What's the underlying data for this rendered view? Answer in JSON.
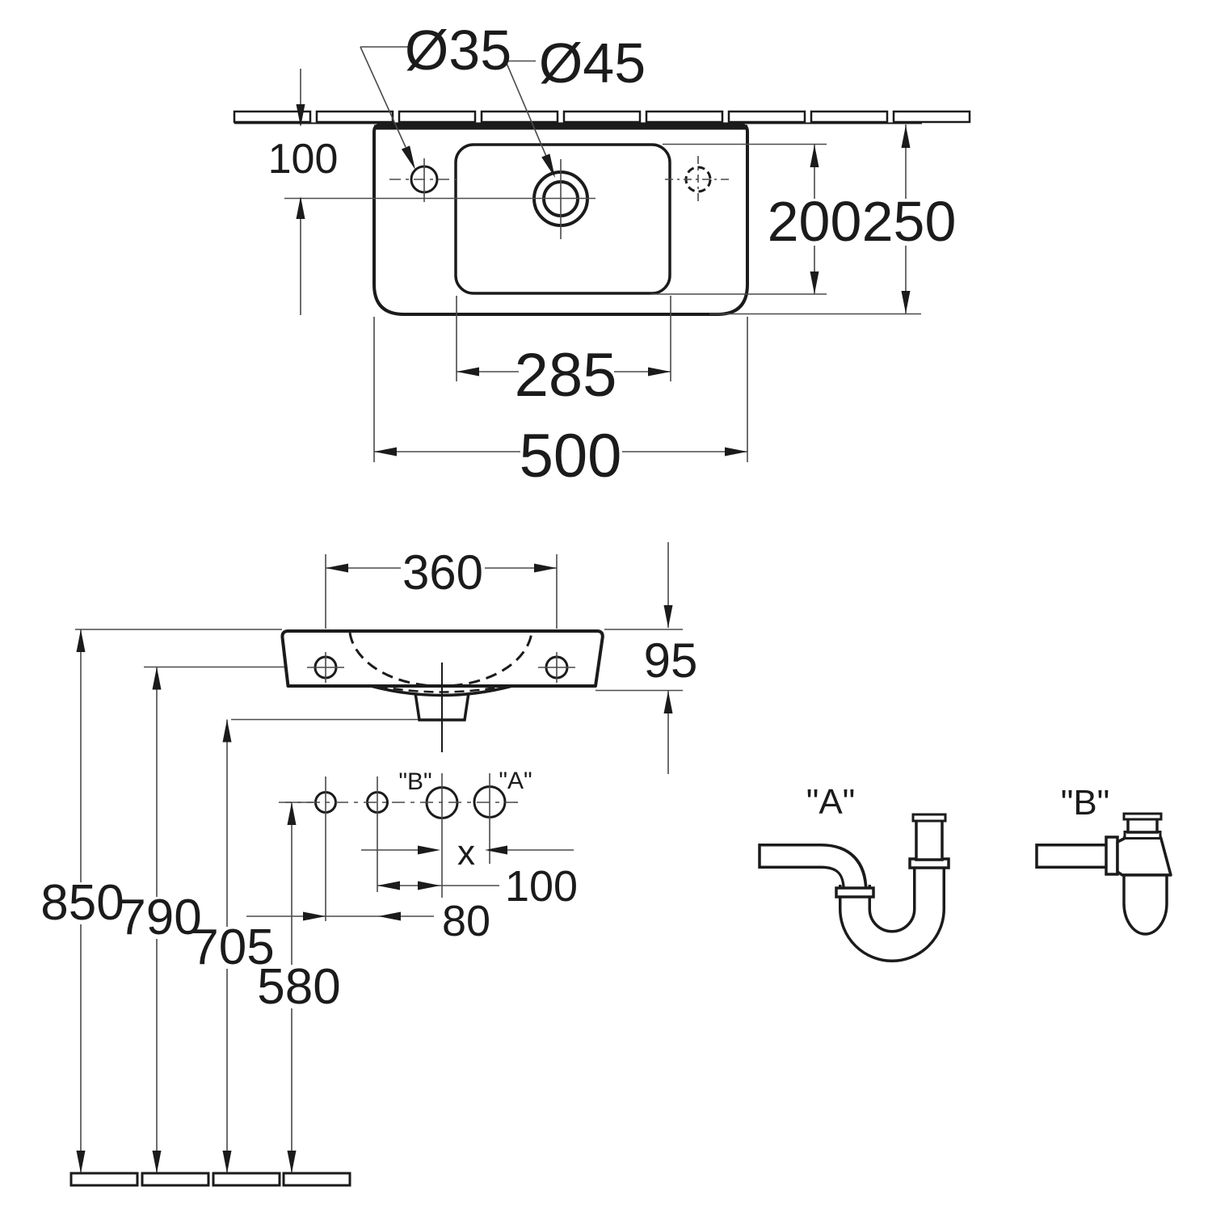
{
  "top_view": {
    "tap_hole_diameter": "Ø35",
    "drain_diameter": "Ø45",
    "wall_to_drain_center": "100",
    "bowl_depth": "200",
    "total_depth": "250",
    "bowl_width": "285",
    "total_width": "500"
  },
  "front_view": {
    "fixing_hole_centers": "360",
    "body_height": "95"
  },
  "installation": {
    "rim_height": "850",
    "fixing_hole_height": "790",
    "outlet_bottom_height": "705",
    "waste_pipe_height": "580",
    "trap_offset_x": "x",
    "offset_100": "100",
    "offset_80": "80",
    "ref_trap_b": "\"B\"",
    "ref_trap_a": "\"A\""
  },
  "trap_details": {
    "trap_a_label": "\"A\"",
    "trap_b_label": "\"B\""
  }
}
